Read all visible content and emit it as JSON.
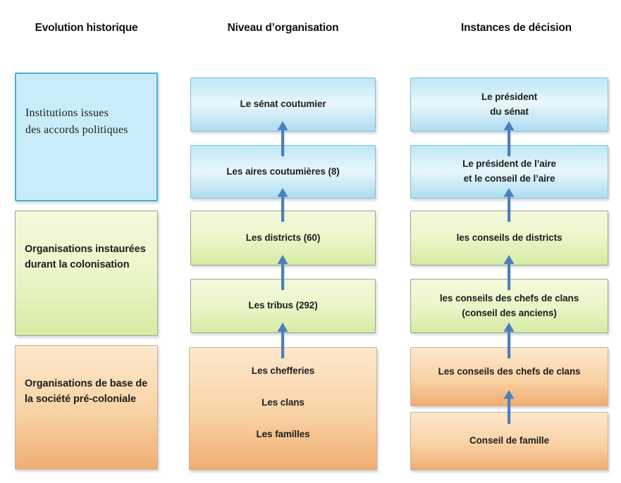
{
  "colors": {
    "arrow_blue": "#4b7fbc",
    "blue_box_fill": "#c9edf8",
    "blue_box_border": "#43b4d7",
    "green_box_fill": "#e4f1bd",
    "green_box_border": "#9aa78d",
    "orange_box_fill": "#f7cc9c",
    "orange_box_border": "#c9b096"
  },
  "headers": {
    "evolution": "Evolution historique",
    "niveau": "Niveau d’organisation",
    "instances": "Instances de décision"
  },
  "left_column": {
    "blue_label": "Institutions issues\ndes accords politiques",
    "green_label": "Organisations instaurées\ndurant la colonisation",
    "orange_label": "Organisations de base de\nla société pré-coloniale"
  },
  "middle_column": {
    "senat": "Le sénat coutumier",
    "aires": "Les aires coutumières (8)",
    "districts": "Les districts (60)",
    "tribus": "Les tribus (292)",
    "chefferies": "Les chefferies",
    "clans": "Les clans",
    "familles": "Les familles"
  },
  "right_column": {
    "president_senat": "Le président\ndu sénat",
    "president_aire": "Le président de l’aire\net le conseil de l’aire",
    "conseils_districts": "les conseils de districts",
    "conseils_chefs_clans_anciens": "les conseils des chefs de clans\n(conseil des anciens)",
    "conseils_chefs_clans": "Les conseils des chefs de clans",
    "conseil_famille": "Conseil de famille"
  }
}
